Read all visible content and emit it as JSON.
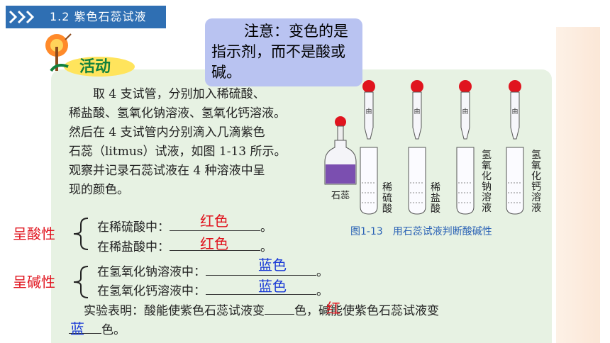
{
  "header": {
    "title": "1.2 紫色石蕊试液"
  },
  "activity": {
    "label": "活动"
  },
  "notice": {
    "text": "注意：变色的是指示剂，而不是酸或碱。"
  },
  "procedure": {
    "lines": [
      "　　取 4 支试管，分别加入稀硫酸、",
      "稀盐酸、氢氧化钠溶液、氢氧化钙溶液。",
      "然后在 4 支试管内分别滴入几滴紫色",
      "石蕊（litmus）试液，如图 1-13 所示。",
      "观察并记录石蕊试液在 4 种溶液中呈",
      "现的颜色。"
    ]
  },
  "groups": {
    "acid": "呈酸性",
    "base": "呈碱性"
  },
  "observations": [
    {
      "prefix": "在稀硫酸中：",
      "answer": "红色",
      "end": "。"
    },
    {
      "prefix": "在稀盐酸中：",
      "answer": "红色",
      "end": "。"
    },
    {
      "prefix": "在氢氧化钠溶液中：",
      "answer": "蓝色",
      "end": "。"
    },
    {
      "prefix": "在氢氧化钙溶液中：",
      "answer": "蓝色",
      "end": "。"
    }
  ],
  "conclusion": {
    "part1": "实验表明：酸能使紫色石蕊试液变",
    "answer1": "红",
    "part2": "色，碱能使紫色石蕊试液变",
    "answer2": "蓝",
    "part3": "色。"
  },
  "figure": {
    "caption": "图1-13　用石蕊试液判断酸碱性",
    "bottle_label": "石蕊",
    "dropper_mark": "由",
    "tube_labels": [
      "稀硫酸",
      "稀盐酸",
      "氢氧化钠溶液",
      "氢氧化钙溶液"
    ]
  },
  "colors": {
    "header": "#2f6fb3",
    "panel": "#e7f2e3",
    "notice": "#b9c3f1",
    "red_answer": "#e0141e",
    "blue_answer": "#1a3ad6",
    "caption": "#2a62b5"
  }
}
